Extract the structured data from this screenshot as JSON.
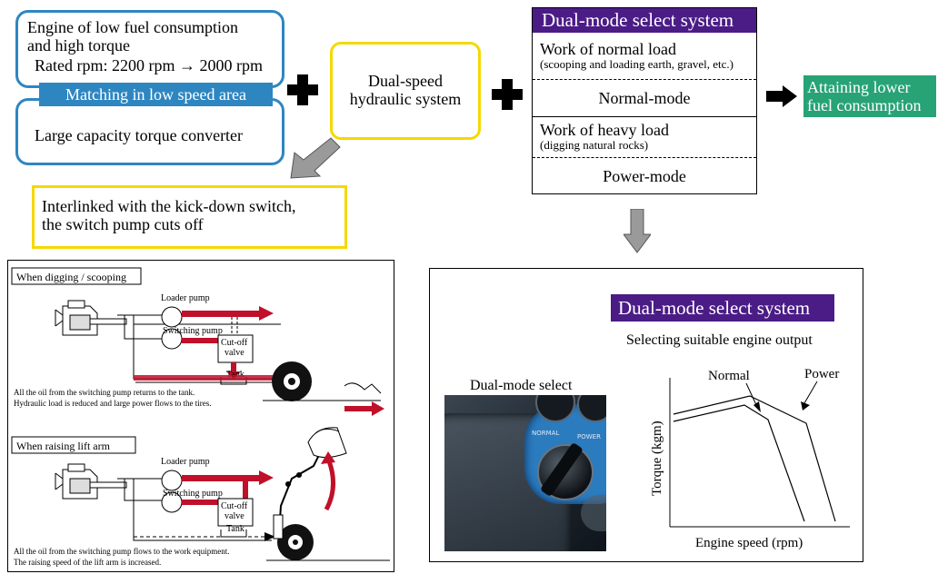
{
  "engine": {
    "line1": "Engine of low fuel consumption",
    "line2": "and high torque",
    "rated_rpm": "Rated rpm: 2200 rpm → 2000 rpm"
  },
  "matching_banner": "Matching in low speed area",
  "torque_converter": "Large capacity torque converter",
  "dual_speed": {
    "line1": "Dual-speed",
    "line2": "hydraulic system"
  },
  "dms_panel": {
    "title": "Dual-mode select system",
    "normal_work": "Work of normal load",
    "normal_work_detail": "(scooping and loading earth, gravel, etc.)",
    "normal_mode": "Normal-mode",
    "heavy_work": "Work of heavy load",
    "heavy_work_detail": "(digging natural rocks)",
    "power_mode": "Power-mode"
  },
  "result": {
    "line1": "Attaining lower",
    "line2": "fuel consumption"
  },
  "kickdown": {
    "line1": "Interlinked with the kick-down switch,",
    "line2": "the switch pump cuts off"
  },
  "digging": {
    "label": "When digging / scooping",
    "loader_pump": "Loader pump",
    "switching_pump": "Switching pump",
    "cutoff1": "Cut-off",
    "cutoff2": "valve",
    "tank": "Tank",
    "note1": "All the oil from the switching pump returns to the tank.",
    "note2": "Hydraulic load is reduced and large power flows to the tires."
  },
  "raising": {
    "label": "When raising lift arm",
    "loader_pump": "Loader pump",
    "switching_pump": "Switching pump",
    "cutoff1": "Cut-off",
    "cutoff2": "valve",
    "tank": "Tank",
    "note1": "All the oil from the switching pump flows to the work equipment.",
    "note2": "The raising speed of the lift arm is increased."
  },
  "dms_detail": {
    "title": "Dual-mode select system",
    "subtitle": "Selecting suitable engine output",
    "photo_label": "Dual-mode select",
    "switch_normal": "NORMAL",
    "switch_power": "POWER",
    "graph": {
      "ylabel": "Torque (kgm)",
      "xlabel": "Engine speed (rpm)",
      "normal_label": "Normal",
      "power_label": "Power"
    }
  },
  "colors": {
    "blue": "#2e86c1",
    "yellow": "#f5d800",
    "purple": "#4b1c86",
    "green": "#27a376",
    "red": "#c0102a"
  }
}
